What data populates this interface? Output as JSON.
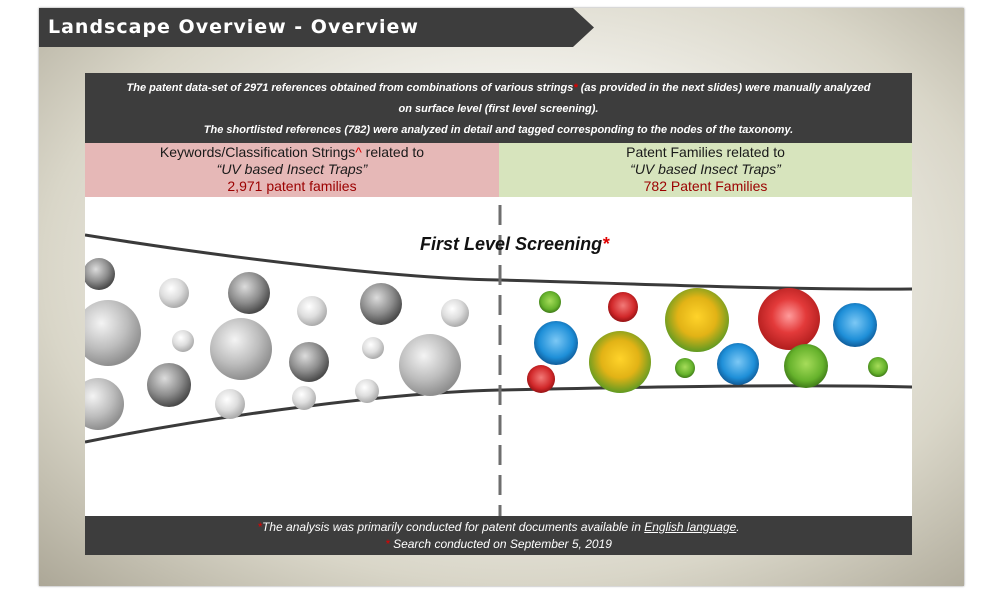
{
  "title": "Landscape Overview - Overview",
  "intro": {
    "line1_a": "The patent data-set of 2971 references obtained from combinations of various strings",
    "line1_mark": "*",
    "line1_b": " (as provided in the next slides) were manually analyzed",
    "line2": "on surface level (first level screening).",
    "line3": "The shortlisted references (782) were analyzed in detail and tagged corresponding to the nodes of the taxonomy."
  },
  "left_column": {
    "heading": "Keywords/Classification Strings",
    "heading_mark": "^",
    "heading_tail": " related to",
    "subject": "“UV based Insect Traps”",
    "count": "2,971 patent families"
  },
  "right_column": {
    "heading": "Patent Families related to",
    "subject": "“UV based Insect Traps”",
    "count": "782 Patent Families"
  },
  "funnel": {
    "label": "First Level Screening",
    "label_mark": "*"
  },
  "footer": {
    "line1_mark": "*",
    "line1_text": "The analysis was primarily conducted for patent documents available in ",
    "line1_link": "English language",
    "line1_end": ".",
    "line2_mark": "*",
    "line2_text": " Search conducted on September 5, 2019"
  },
  "colors": {
    "banner": "#3d3d3d",
    "accent_red": "#e00000",
    "left_column_bg": "#e6b8b7",
    "right_column_bg": "#d7e4bd",
    "count_text": "#9b0000"
  }
}
